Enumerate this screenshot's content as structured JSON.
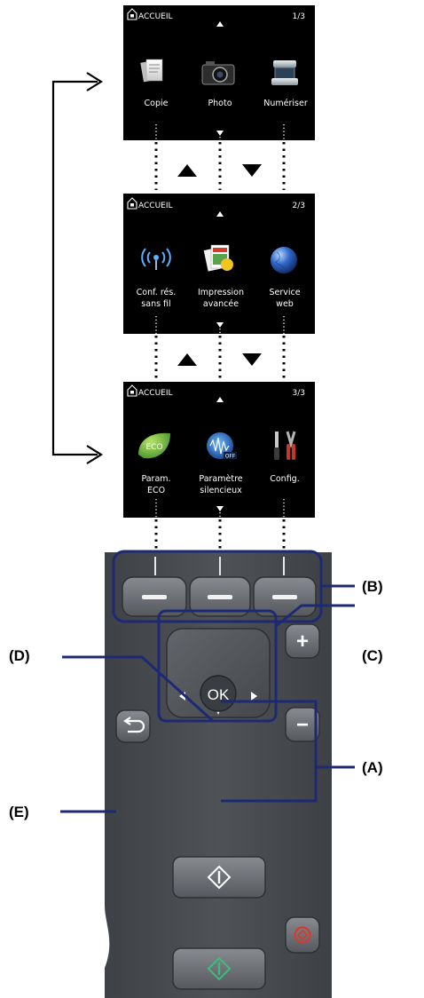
{
  "screens": [
    {
      "title": "ACCUEIL",
      "page": "1/3",
      "items": [
        {
          "label1": "Copie",
          "label2": "",
          "icon": "copy-documents-icon"
        },
        {
          "label1": "Photo",
          "label2": "",
          "icon": "camera-icon"
        },
        {
          "label1": "Numériser",
          "label2": "",
          "icon": "scanner-icon"
        }
      ]
    },
    {
      "title": "ACCUEIL",
      "page": "2/3",
      "items": [
        {
          "label1": "Conf. rés.",
          "label2": "sans fil",
          "icon": "wireless-antenna-icon"
        },
        {
          "label1": "Impression",
          "label2": "avancée",
          "icon": "advanced-print-icon"
        },
        {
          "label1": "Service",
          "label2": "web",
          "icon": "globe-icon"
        }
      ]
    },
    {
      "title": "ACCUEIL",
      "page": "3/3",
      "items": [
        {
          "label1": "Param.",
          "label2": "ECO",
          "icon": "eco-leaf-icon"
        },
        {
          "label1": "Paramètre",
          "label2": "silencieux",
          "icon": "quiet-mode-icon"
        },
        {
          "label1": "Config.",
          "label2": "",
          "icon": "tools-icon"
        }
      ]
    }
  ],
  "screen_icons": {
    "home": "home-icon",
    "scroll_up": "triangle-up-icon",
    "scroll_down": "triangle-down-icon"
  },
  "quiet_badge": "OFF",
  "eco_badge": "ECO",
  "panel": {
    "ok_label": "OK",
    "plus_label": "+",
    "minus_label": "−",
    "function_buttons": [
      "function-button-left",
      "function-button-center",
      "function-button-right"
    ],
    "icons": [
      "home-icon",
      "back-arrow-icon",
      "color-start-icon",
      "black-start-icon",
      "stop-icon"
    ]
  },
  "callouts": {
    "a": "(A)",
    "b": "(B)",
    "c": "(C)",
    "d": "(D)",
    "e": "(E)"
  },
  "colors": {
    "screen_bg": "#000000",
    "panel_bg": "#4b4e52",
    "button_face": "#6b6f74",
    "highlight_border": "#1d2a73",
    "stop_red": "#d73a2c",
    "color_start_green": "#3dbd7d"
  }
}
